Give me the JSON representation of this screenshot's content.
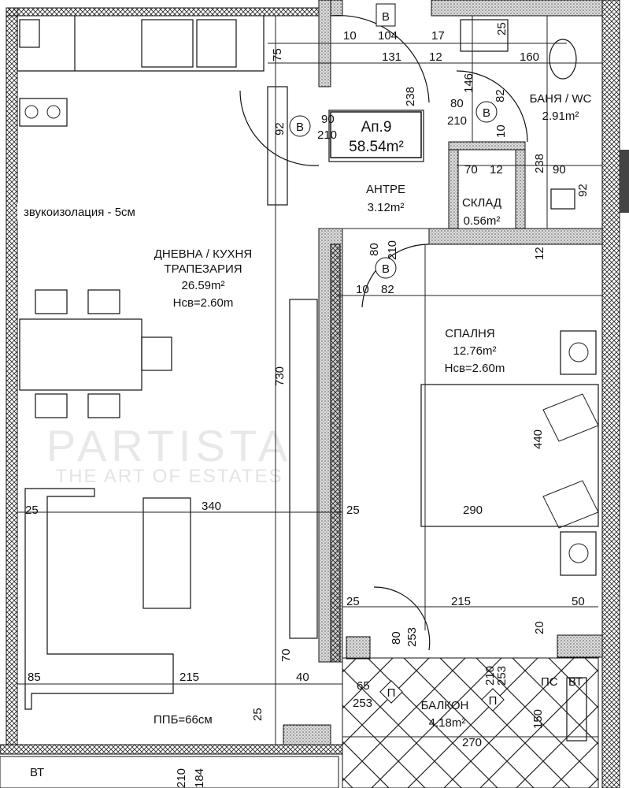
{
  "apartment": {
    "name": "Ап.9",
    "area": "58.54m²"
  },
  "rooms": {
    "living": {
      "name1": "ДНЕВНА / КУХНЯ",
      "name2": "ТРАПЕЗАРИЯ",
      "area": "26.59m²",
      "height": "Нсв=2.60m"
    },
    "bedroom": {
      "name": "СПАЛНЯ",
      "area": "12.76m²",
      "height": "Нсв=2.60m"
    },
    "bath": {
      "name": "БАНЯ / WC",
      "area": "2.91m²"
    },
    "hall": {
      "name": "АНТРЕ",
      "area": "3.12m²"
    },
    "storage": {
      "name": "СКЛАД",
      "area": "0.56m²"
    },
    "balcony": {
      "name": "БАЛКОН",
      "area": "4.18m²"
    }
  },
  "notes": {
    "insulation": "звукоизолация - 5см",
    "ppb": "ППБ=66см",
    "bt1": "ВТ",
    "bt2": "ВТ",
    "ps": "ПС"
  },
  "door_tags": [
    "В",
    "В",
    "В",
    "В"
  ],
  "window_tags": [
    "П",
    "П"
  ],
  "dimensions": [
    "10",
    "104",
    "17",
    "131",
    "12",
    "160",
    "25",
    "75",
    "238",
    "146",
    "82",
    "80",
    "210",
    "92",
    "90",
    "210",
    "10",
    "70",
    "12",
    "238",
    "90",
    "92",
    "80",
    "210",
    "10",
    "82",
    "12",
    "730",
    "440",
    "340",
    "25",
    "25",
    "290",
    "25",
    "215",
    "50",
    "20",
    "80",
    "253",
    "70",
    "85",
    "215",
    "40",
    "65",
    "253",
    "210",
    "253",
    "150",
    "270",
    "25",
    "210",
    "184"
  ],
  "watermark": {
    "line1": "PARTISTA",
    "line2": "THE ART OF ESTATES"
  }
}
